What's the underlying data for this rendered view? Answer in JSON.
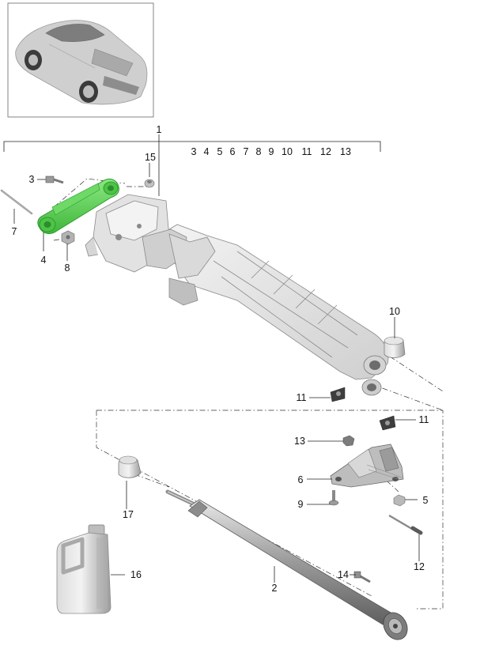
{
  "callouts": {
    "p1": "1",
    "p2": "2",
    "p3": "3",
    "p4": "4",
    "p5": "5",
    "p6": "6",
    "p7": "7",
    "p8": "8",
    "p9": "9",
    "p10": "10",
    "p11a": "11",
    "p11b": "11",
    "p12": "12",
    "p13": "13",
    "p14": "14",
    "p15": "15",
    "p16": "16",
    "p17": "17"
  },
  "bracket_list": [
    "3",
    "4",
    "5",
    "6",
    "7",
    "8",
    "9",
    "10",
    "11",
    "12",
    "13"
  ],
  "colors": {
    "highlight": "#5fd35a",
    "highlight_edge": "#2e9b2e",
    "part_light": "#eeeeee",
    "part_mid": "#c9c9c9",
    "part_dark": "#6d6d6d"
  }
}
